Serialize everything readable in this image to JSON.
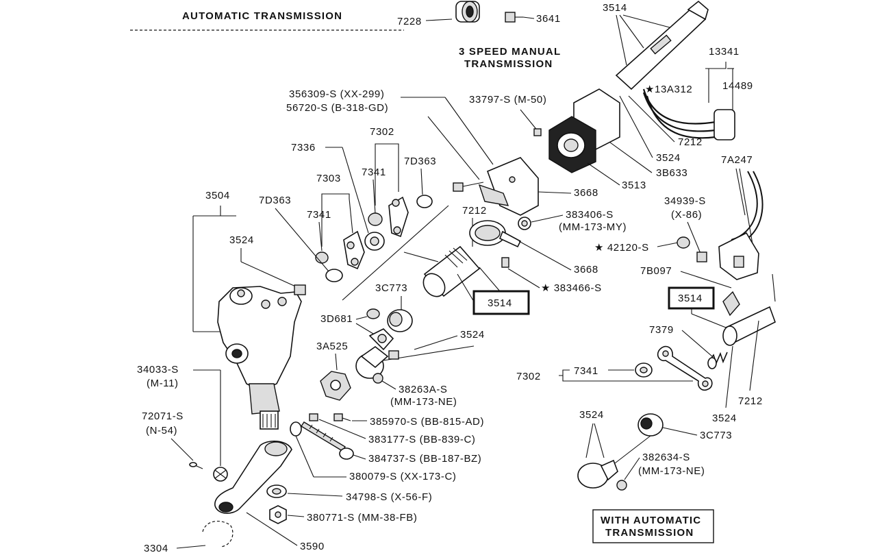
{
  "headings": {
    "automatic": "AUTOMATIC TRANSMISSION",
    "manual_line1": "3 SPEED MANUAL",
    "manual_line2": "TRANSMISSION",
    "with_auto_line1": "WITH AUTOMATIC",
    "with_auto_line2": "TRANSMISSION"
  },
  "labels": {
    "l7228": "7228",
    "l3641": "3641",
    "l3514_top": "3514",
    "l13341": "13341",
    "l14489": "14489",
    "l13A312": "★13A312",
    "l7212_top": "7212",
    "l3524_top": "3524",
    "l3B633": "3B633",
    "l3513": "3513",
    "l356309": "356309-S (XX-299)",
    "l56720": "56720-S (B-318-GD)",
    "l33797": "33797-S (M-50)",
    "l7302_top": "7302",
    "l7336": "7336",
    "l7341_a": "7341",
    "l7D363_a": "7D363",
    "l7303": "7303",
    "l3504": "3504",
    "l7D363_b": "7D363",
    "l7341_b": "7341",
    "l3524_left": "3524",
    "l3668_a": "3668",
    "l383406": "383406-S",
    "l383406_sub": "(MM-173-MY)",
    "l7212_mid": "7212",
    "l3668_b": "3668",
    "l383466": "★ 383466-S",
    "l3C773_a": "3C773",
    "l3514_box_a": "3514",
    "l3D681": "3D681",
    "l3524_mid": "3524",
    "l3A525": "3A525",
    "l38263A": "38263A-S",
    "l38263A_sub": "(MM-173-NE)",
    "l34033": "34033-S",
    "l34033_sub": "(M-11)",
    "l72071": "72071-S",
    "l72071_sub": "(N-54)",
    "l385970": "385970-S  (BB-815-AD)",
    "l383177": "383177-S (BB-839-C)",
    "l384737": "384737-S (BB-187-BZ)",
    "l380079": "380079-S (XX-173-C)",
    "l34798": "34798-S (X-56-F)",
    "l380771": "380771-S  (MM-38-FB)",
    "l3304": "3304",
    "l3590": "3590",
    "l7A247": "7A247",
    "l34939": "34939-S",
    "l34939_sub": "(X-86)",
    "l42120": "★ 42120-S",
    "l7B097": "7B097",
    "l3514_box_b": "3514",
    "l7379": "7379",
    "l7302_right": "7302",
    "l7341_right": "7341",
    "l7212_right": "7212",
    "l3524_right_a": "3524",
    "l3524_right_b": "3524",
    "l3C773_b": "3C773",
    "l382634": "382634-S",
    "l382634_sub": "(MM-173-NE)"
  }
}
